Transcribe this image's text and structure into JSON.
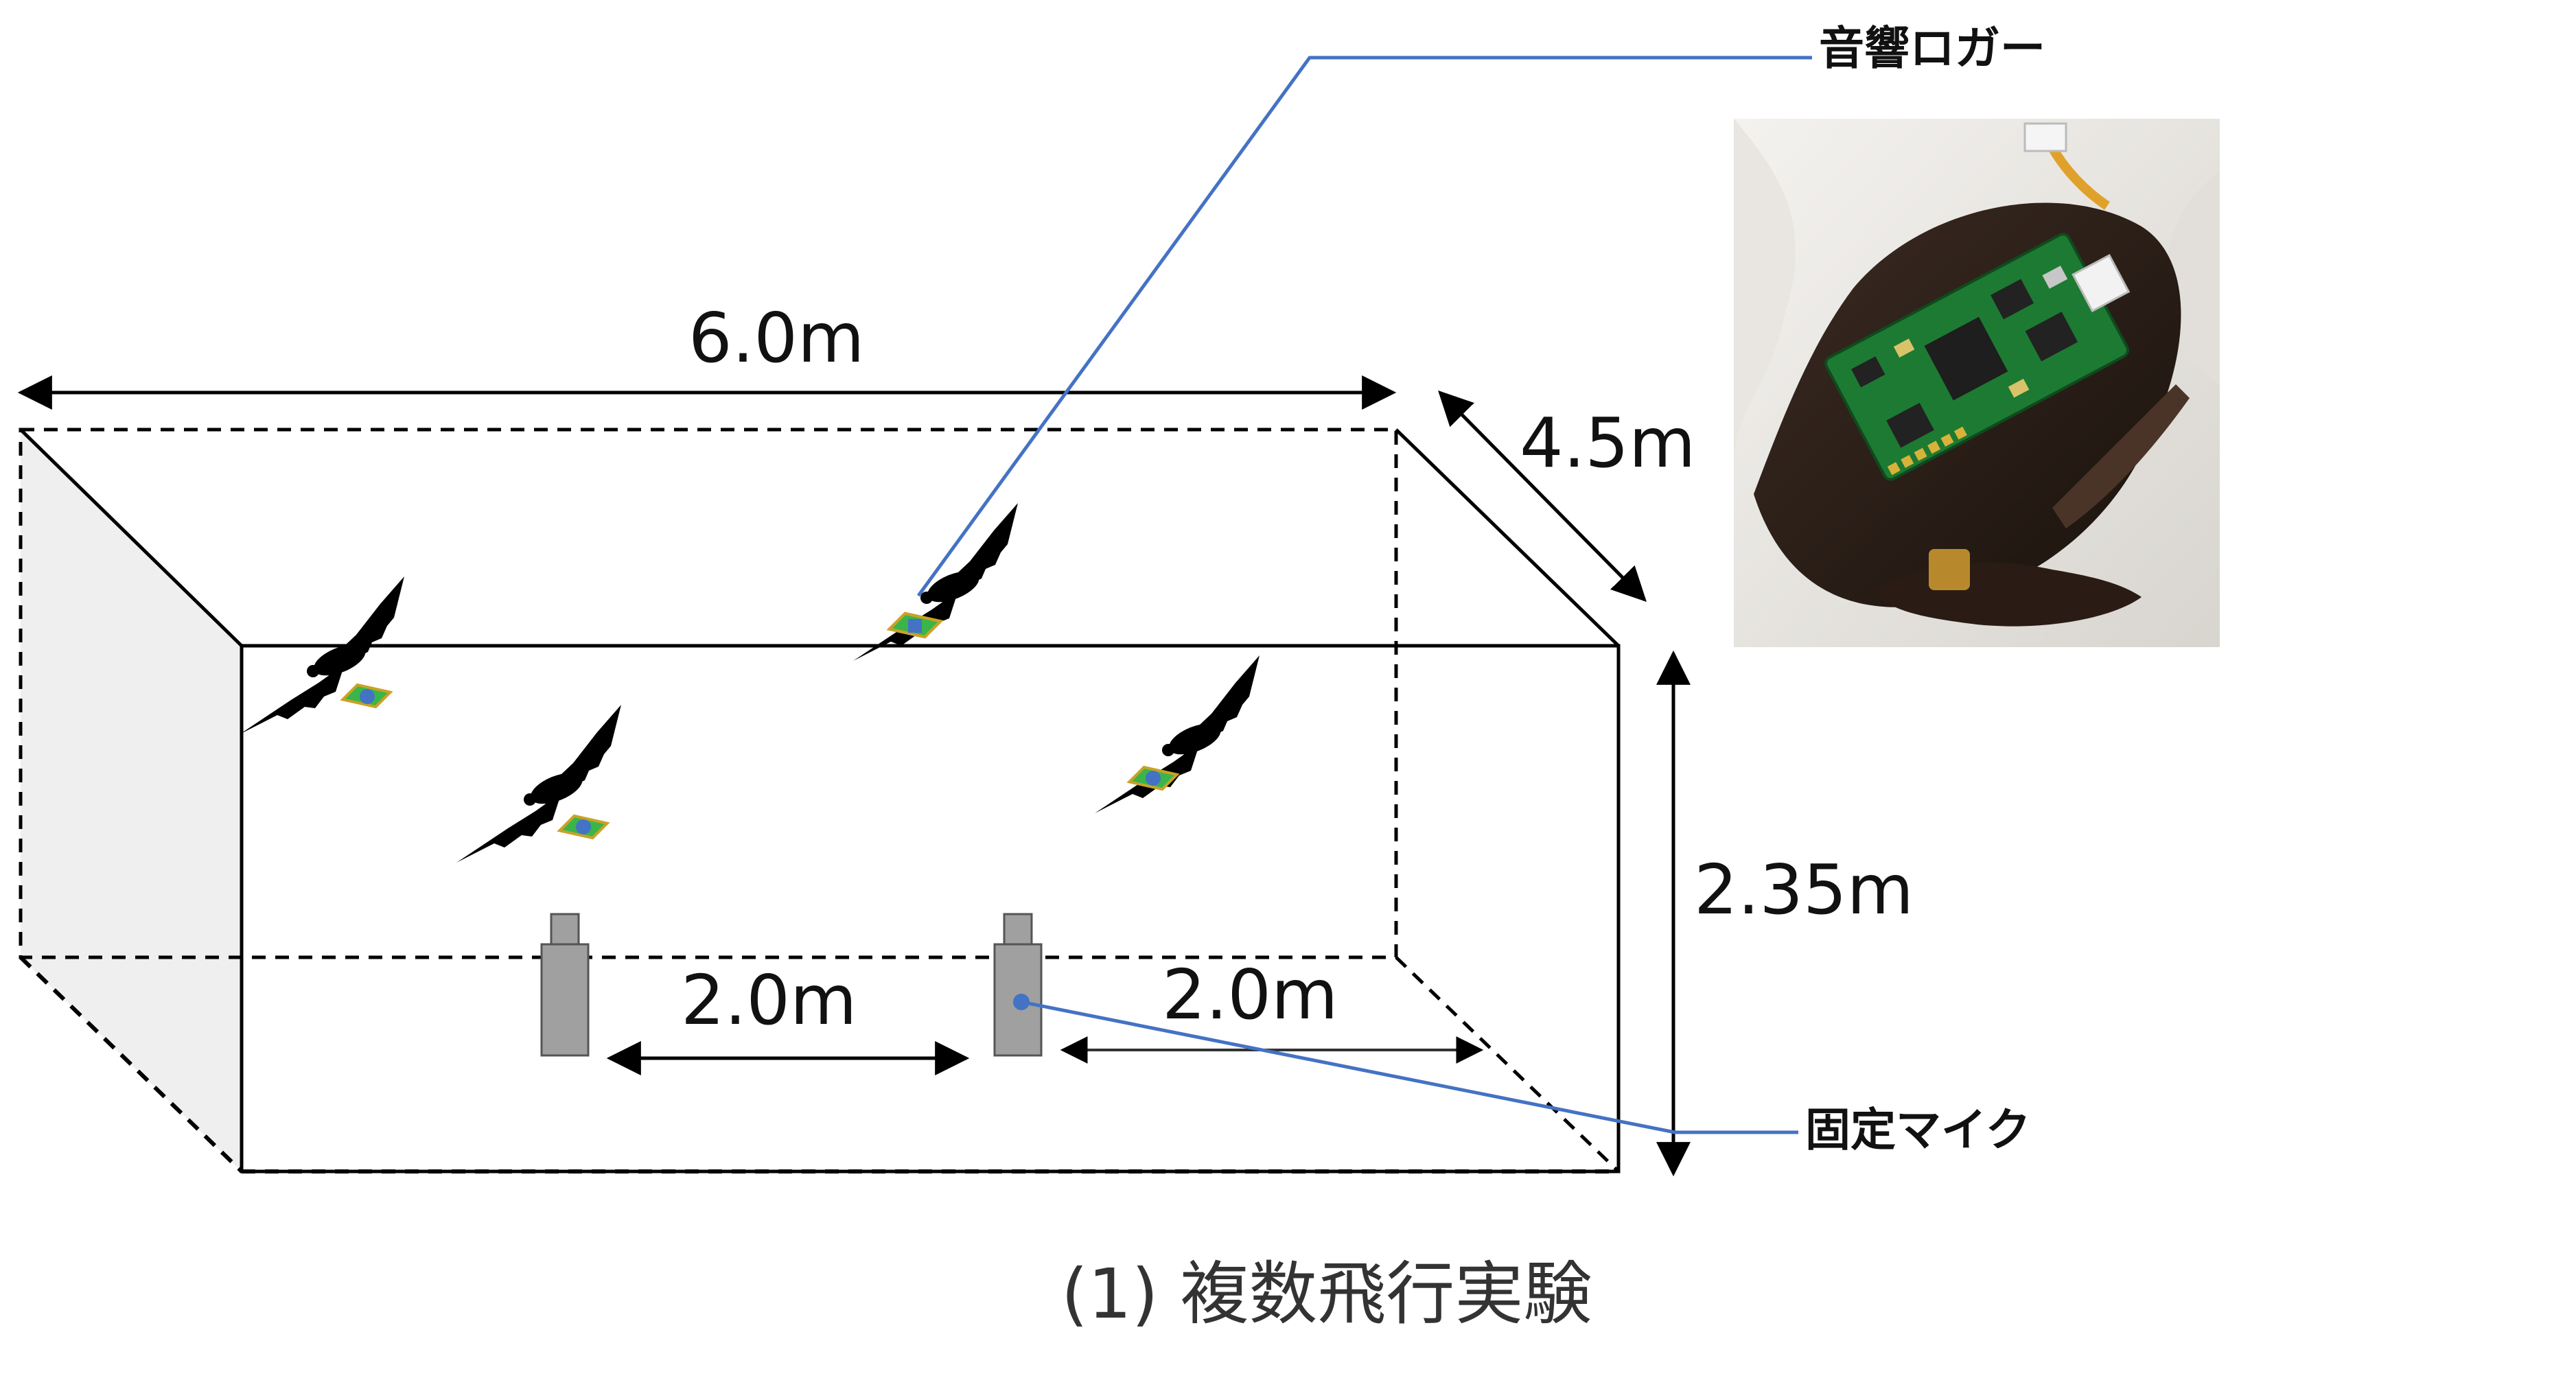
{
  "dimensions": {
    "length": "6.0m",
    "depth": "4.5m",
    "height": "2.35m",
    "mic_spacing_left": "2.0m",
    "mic_spacing_right": "2.0m"
  },
  "labels": {
    "acoustic_logger": "音響ロガー",
    "fixed_microphone": "固定マイク"
  },
  "caption": "(1) 複数飛行実験",
  "colors": {
    "leader_line": "#4472C4",
    "microphone": "#A0A0A0",
    "left_wall": "#EFEFEF",
    "logger_board": "#1D7A32",
    "bat": "#000000"
  },
  "icons": {
    "bat": "bat-silhouette-icon",
    "microphone": "microphone-icon",
    "logger_photo": "bat-with-logger-photo"
  }
}
